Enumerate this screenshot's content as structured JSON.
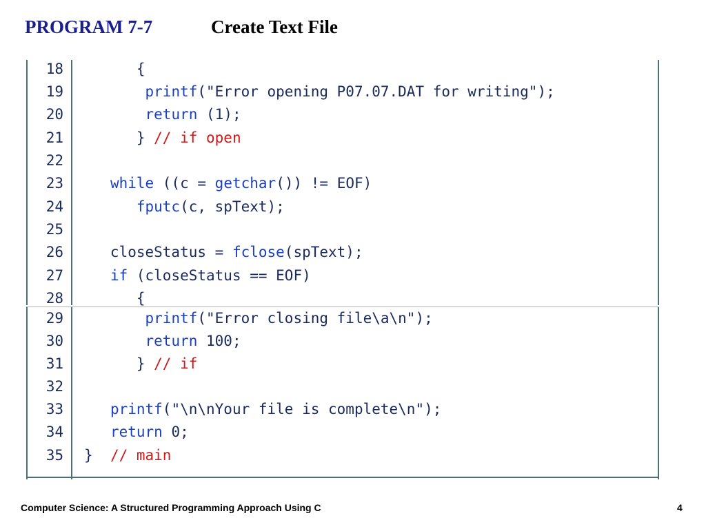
{
  "title": {
    "program": "PROGRAM 7-7",
    "name": "Create Text File"
  },
  "colors": {
    "title_program": "#1a1f8c",
    "keyword": "#1a3fbf",
    "text": "#1a2a5a",
    "comment": "#d01818",
    "border": "#4e6e7a"
  },
  "code_lines": [
    {
      "num": "18",
      "segments": [
        {
          "t": "      "
        },
        {
          "t": "{"
        }
      ]
    },
    {
      "num": "19",
      "segments": [
        {
          "t": "       "
        },
        {
          "t": "printf",
          "k": "kw"
        },
        {
          "t": "(\"Error opening P07.07.DAT for writing\");"
        }
      ]
    },
    {
      "num": "20",
      "segments": [
        {
          "t": "       "
        },
        {
          "t": "return",
          "k": "kw"
        },
        {
          "t": " (1);"
        }
      ]
    },
    {
      "num": "21",
      "segments": [
        {
          "t": "      } "
        },
        {
          "t": "// if open",
          "k": "cm"
        }
      ]
    },
    {
      "num": "22",
      "segments": []
    },
    {
      "num": "23",
      "segments": [
        {
          "t": "   "
        },
        {
          "t": "while",
          "k": "kw"
        },
        {
          "t": " ((c = "
        },
        {
          "t": "getchar",
          "k": "kw"
        },
        {
          "t": "()) != EOF)"
        }
      ]
    },
    {
      "num": "24",
      "segments": [
        {
          "t": "      "
        },
        {
          "t": "fputc",
          "k": "kw"
        },
        {
          "t": "(c, spText);"
        }
      ]
    },
    {
      "num": "25",
      "segments": []
    },
    {
      "num": "26",
      "segments": [
        {
          "t": "   closeStatus = "
        },
        {
          "t": "fclose",
          "k": "kw"
        },
        {
          "t": "(spText);"
        }
      ]
    },
    {
      "num": "27",
      "segments": [
        {
          "t": "   "
        },
        {
          "t": "if",
          "k": "kw"
        },
        {
          "t": " (closeStatus == EOF)"
        }
      ]
    },
    {
      "num": "28",
      "segments": [
        {
          "t": "      {"
        }
      ]
    },
    {
      "num": "29",
      "segments": [
        {
          "t": "       "
        },
        {
          "t": "printf",
          "k": "kw"
        },
        {
          "t": "(\"Error closing file\\a\\n\");"
        }
      ]
    },
    {
      "num": "30",
      "segments": [
        {
          "t": "       "
        },
        {
          "t": "return",
          "k": "kw"
        },
        {
          "t": " 100;"
        }
      ]
    },
    {
      "num": "31",
      "segments": [
        {
          "t": "      } "
        },
        {
          "t": "// if",
          "k": "cm"
        }
      ]
    },
    {
      "num": "32",
      "segments": []
    },
    {
      "num": "33",
      "segments": [
        {
          "t": "   "
        },
        {
          "t": "printf",
          "k": "kw"
        },
        {
          "t": "(\"\\n\\nYour file is complete\\n\");"
        }
      ]
    },
    {
      "num": "34",
      "segments": [
        {
          "t": "   "
        },
        {
          "t": "return",
          "k": "kw"
        },
        {
          "t": " 0;"
        }
      ]
    },
    {
      "num": "35",
      "segments": [
        {
          "t": "}  "
        },
        {
          "t": "// main",
          "k": "cm"
        }
      ]
    }
  ],
  "footer": {
    "text": "Computer Science: A Structured Programming Approach Using C",
    "page_number": "4"
  }
}
